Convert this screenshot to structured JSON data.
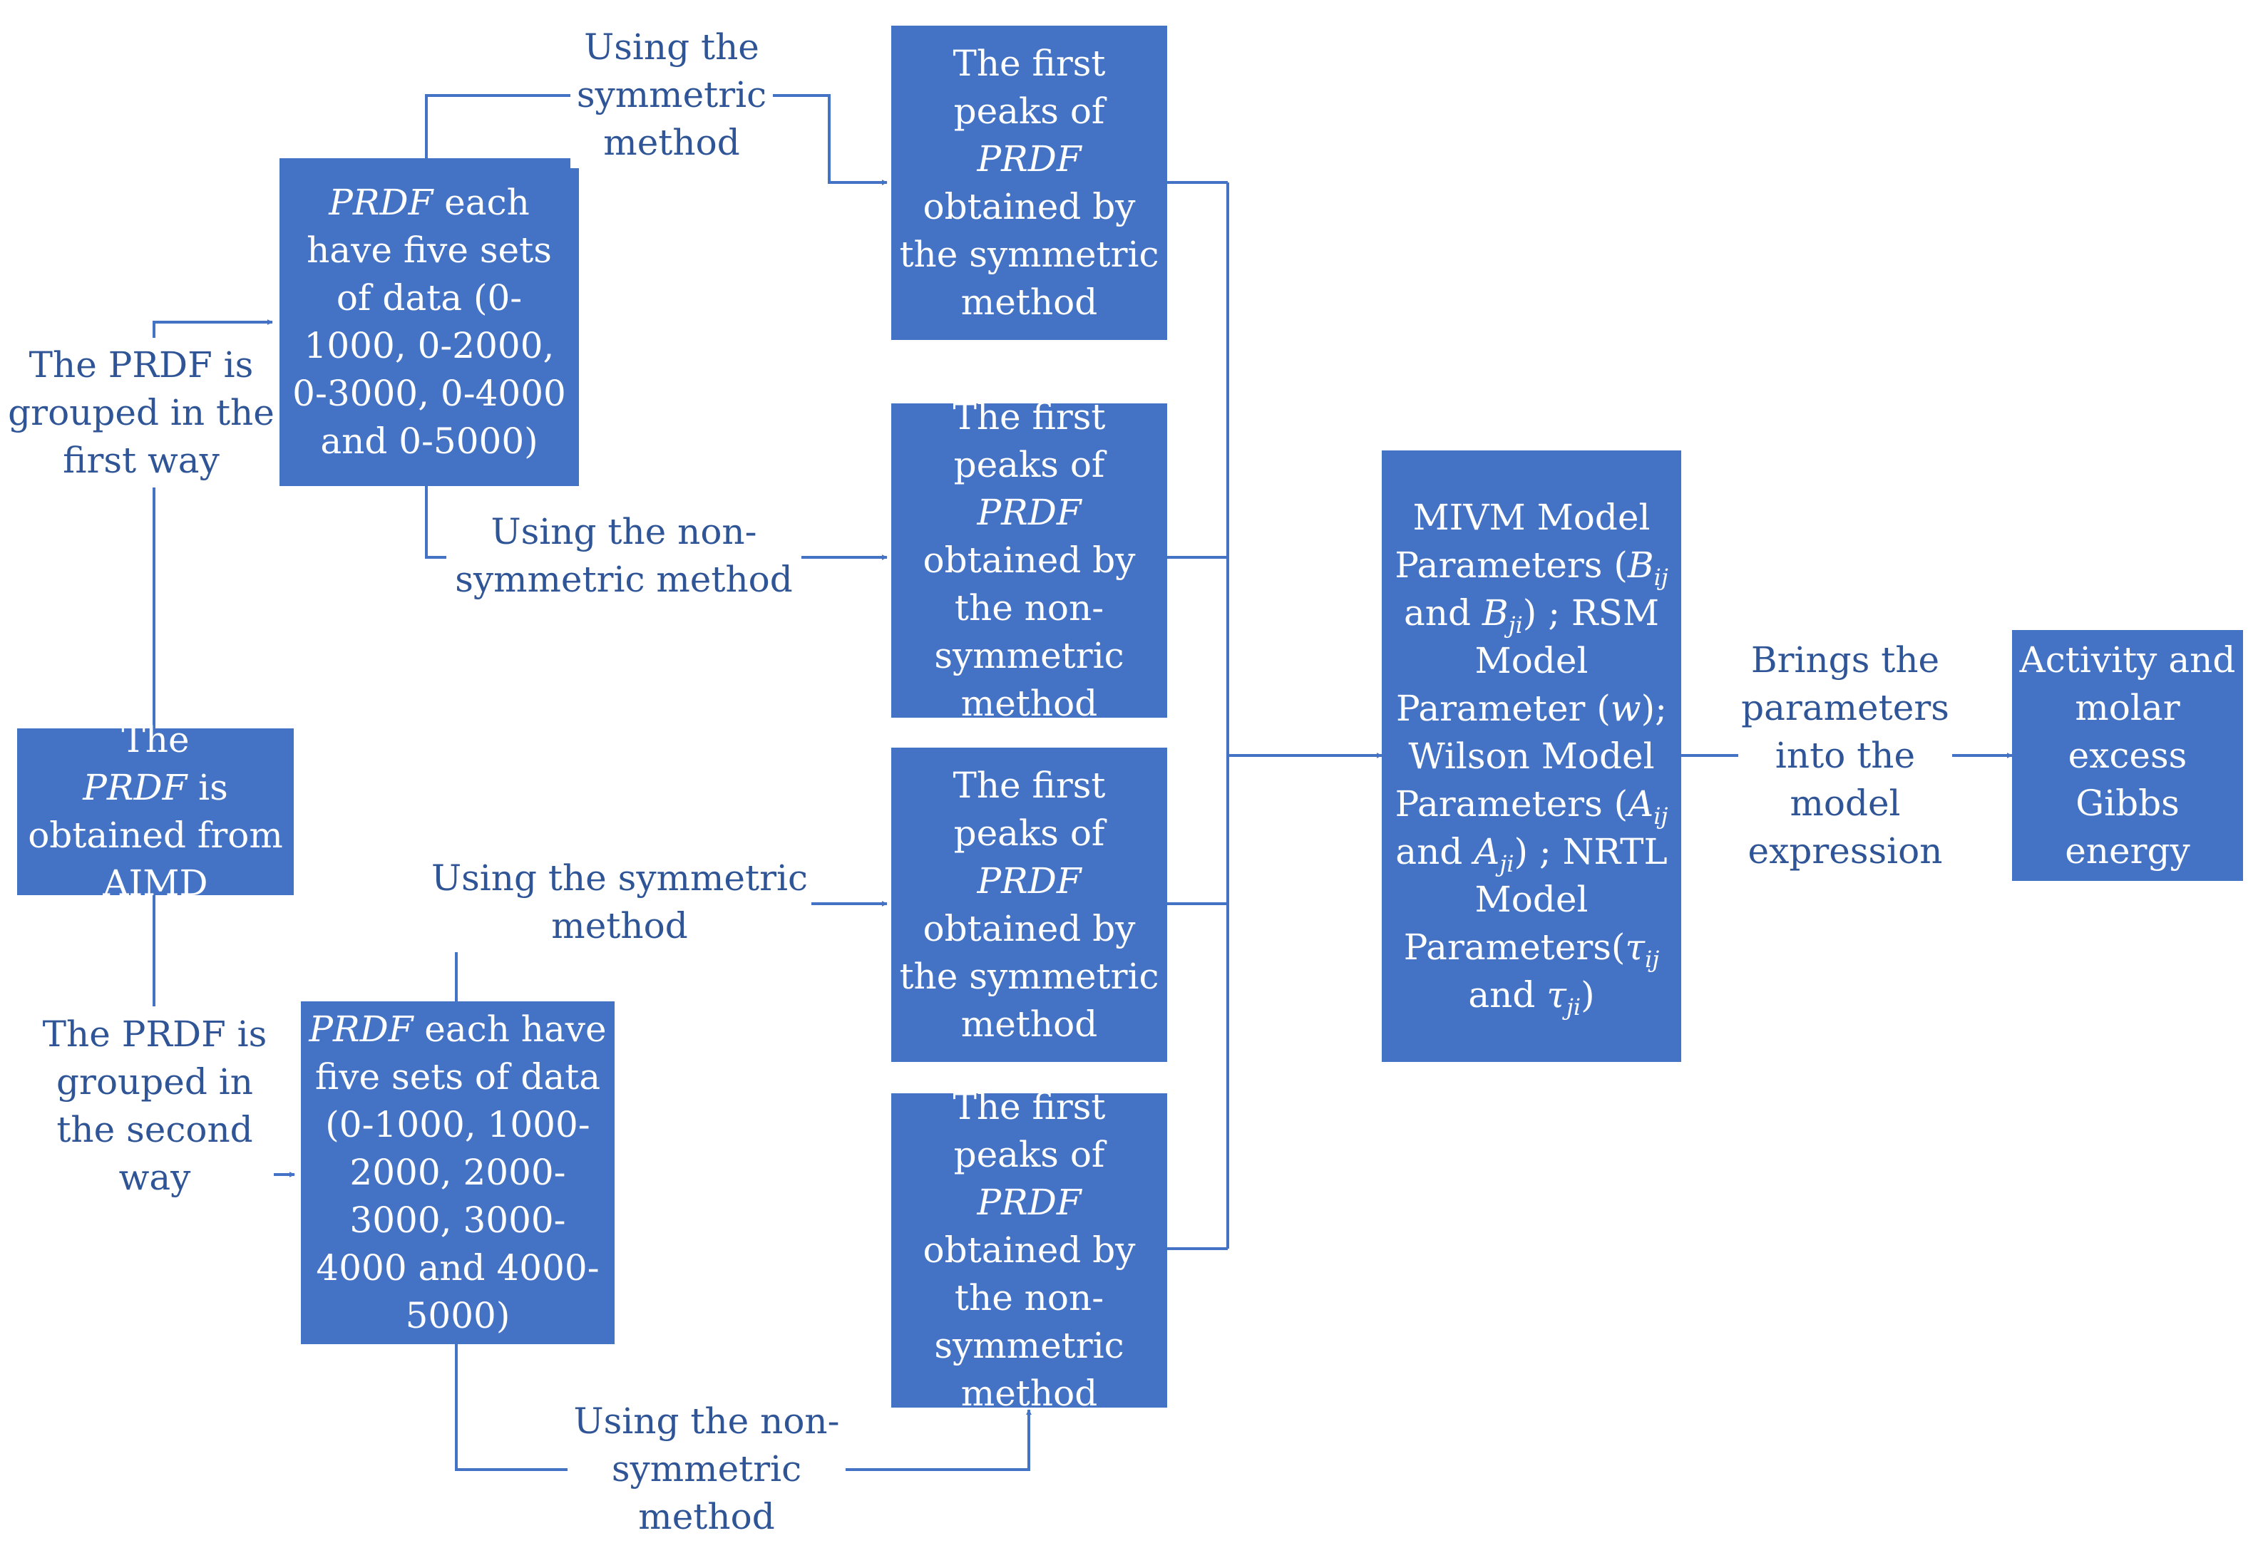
{
  "nodes": {
    "aimd": [
      "The ",
      "PRDF",
      " is obtained from AIMD"
    ],
    "first_way_data": [
      "PRDF",
      " each have five sets of data (0-1000, 0-2000, 0-3000, 0-4000 and 0-5000)"
    ],
    "second_way_data": [
      "PRDF",
      " each have five sets of data (0-1000, 1000-2000, 2000-3000, 3000-4000 and 4000-5000)"
    ],
    "peaks_sym_1": [
      "The first peaks of ",
      "PRDF",
      " obtained by the symmetric method"
    ],
    "peaks_nonsym_1": [
      "The first peaks of ",
      "PRDF",
      " obtained by the non-symmetric method"
    ],
    "peaks_sym_2": [
      "The first peaks of ",
      "PRDF",
      " obtained by the symmetric method"
    ],
    "peaks_nonsym_2": [
      "The first peaks of ",
      "PRDF",
      " obtained by the non-symmetric method"
    ],
    "model_params": {
      "mivm": "MIVM Model Parameters (",
      "b": "B",
      "ij": "ij",
      "and": "and",
      "ji": "ji",
      "rsm": ") ; RSM Model Parameter (",
      "w": "w",
      "wilson": "); Wilson Model Parameters (",
      "a": "A",
      "nrtl": ") ; NRTL Model Parameters(",
      "tau": "τ",
      "close": ")"
    },
    "result": "Activity and molar excess Gibbs energy"
  },
  "labels": {
    "grouped_first": "The PRDF is grouped in the first way",
    "grouped_second": "The PRDF is grouped in the second way",
    "sym_top": "Using the symmetric method",
    "nonsym_top": "Using the non-symmetric method",
    "sym_bottom": "Using the symmetric method",
    "nonsym_bottom": "Using the non-symmetric method",
    "brings": "Brings the parameters into the model expression"
  },
  "colors": {
    "box_fill": "#4472C4",
    "box_text": "#FFFFFF",
    "line": "#4472C4",
    "label_text": "#2F5597"
  },
  "edges": [
    {
      "from": "aimd",
      "to": "first_way_data",
      "label": "grouped_first"
    },
    {
      "from": "aimd",
      "to": "second_way_data",
      "label": "grouped_second"
    },
    {
      "from": "first_way_data",
      "to": "peaks_sym_1",
      "label": "sym_top"
    },
    {
      "from": "first_way_data",
      "to": "peaks_nonsym_1",
      "label": "nonsym_top"
    },
    {
      "from": "second_way_data",
      "to": "peaks_sym_2",
      "label": "sym_bottom"
    },
    {
      "from": "second_way_data",
      "to": "peaks_nonsym_2",
      "label": "nonsym_bottom"
    },
    {
      "from": "peaks_sym_1",
      "to": "model_params"
    },
    {
      "from": "peaks_nonsym_1",
      "to": "model_params"
    },
    {
      "from": "peaks_sym_2",
      "to": "model_params"
    },
    {
      "from": "peaks_nonsym_2",
      "to": "model_params"
    },
    {
      "from": "model_params",
      "to": "result",
      "label": "brings"
    }
  ]
}
